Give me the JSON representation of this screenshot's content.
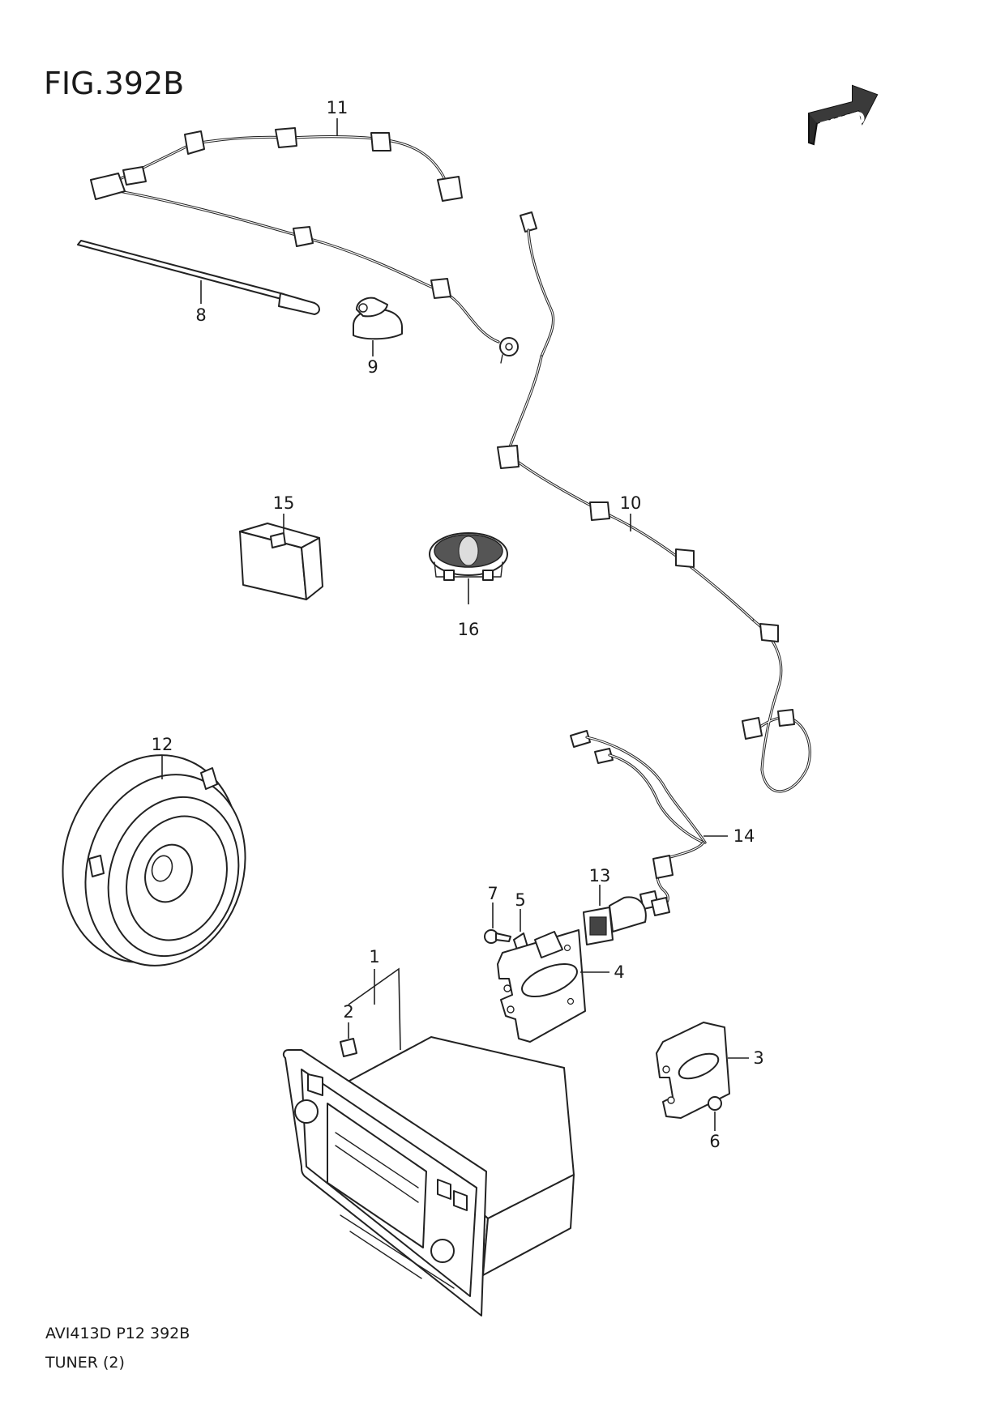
{
  "figure": {
    "title": "FIG.392B",
    "direction_badge": "FWD",
    "footer_code": "AVI413D P12 392B",
    "footer_name": "TUNER (2)"
  },
  "callouts": [
    "1",
    "2",
    "3",
    "4",
    "5",
    "6",
    "7",
    "8",
    "9",
    "10",
    "11",
    "12",
    "13",
    "14",
    "15",
    "16"
  ],
  "colors": {
    "line": "#222222",
    "badge": "#2b2b2b",
    "paper": "#ffffff"
  },
  "icons": {
    "direction": "arrow-right-icon"
  }
}
